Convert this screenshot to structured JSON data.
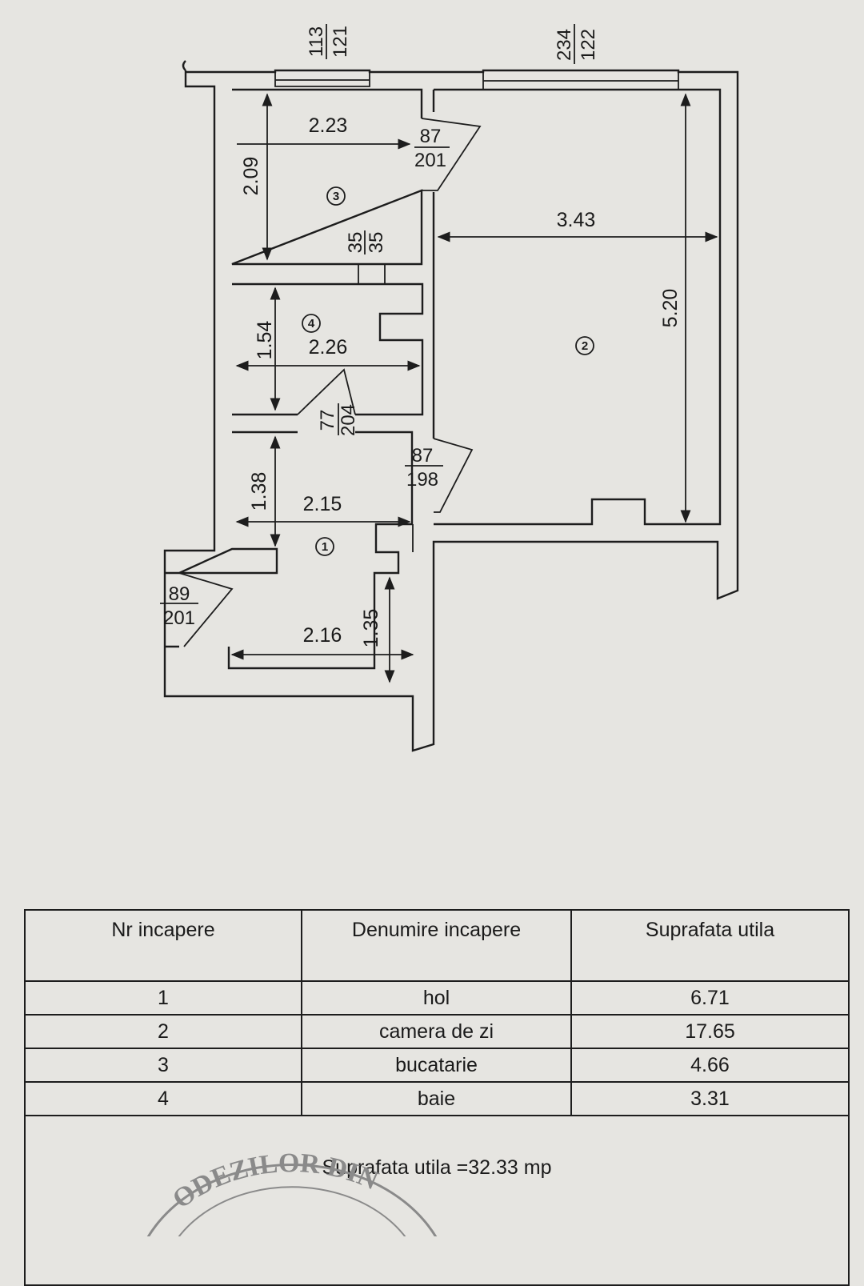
{
  "plan": {
    "window_1": {
      "top": "113",
      "bottom": "121"
    },
    "window_2": {
      "top": "234",
      "bottom": "122"
    },
    "room3_width": "2.23",
    "room3_height": "2.09",
    "door_kitchen": {
      "top": "87",
      "bottom": "201"
    },
    "room3_number": "3",
    "vent": {
      "top": "35",
      "bottom": "35"
    },
    "room2_width": "3.43",
    "room2_height": "5.20",
    "room2_number": "2",
    "room4_number": "4",
    "room4_height": "1.54",
    "room4_width": "2.26",
    "door_bath": {
      "top": "77",
      "bottom": "204"
    },
    "door_living": {
      "top": "87",
      "bottom": "198"
    },
    "hall_upper_height": "1.38",
    "hall_upper_width": "2.15",
    "room1_number": "1",
    "door_entry": {
      "top": "89",
      "bottom": "201"
    },
    "hall_lower_width": "2.16",
    "hall_lower_height": "1.35"
  },
  "table": {
    "headers": [
      "Nr incapere",
      "Denumire incapere",
      "Suprafata utila"
    ],
    "rows": [
      {
        "nr": "1",
        "name": "hol",
        "area": "6.71"
      },
      {
        "nr": "2",
        "name": "camera de zi",
        "area": "17.65"
      },
      {
        "nr": "3",
        "name": "bucatarie",
        "area": "4.66"
      },
      {
        "nr": "4",
        "name": "baie",
        "area": "3.31"
      }
    ],
    "total": "Suprafata utila =32.33 mp"
  },
  "stamp_text": "ODEZILOR DIN",
  "colors": {
    "paper": "#e6e5e1",
    "ink": "#1d1d1d",
    "stamp": "#8a8a8a"
  }
}
